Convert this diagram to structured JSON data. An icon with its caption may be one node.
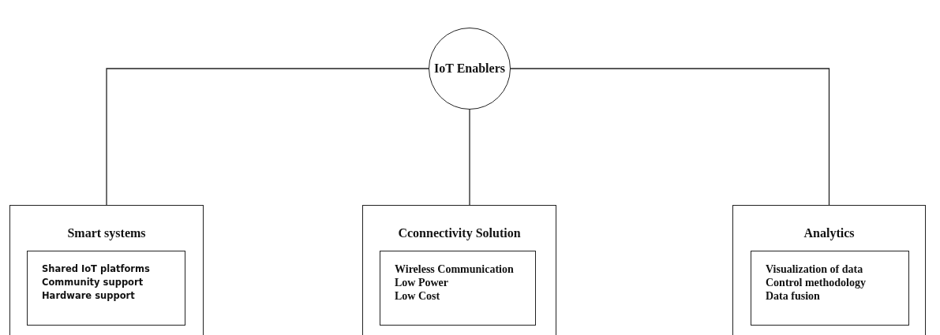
{
  "diagram": {
    "nodes": [
      {
        "text": [
          "IoT Enablers"
        ]
      },
      {
        "text": [
          "Smart systems"
        ]
      },
      {
        "text": [
          "Shared IoT platforms",
          "Community support",
          "Hardware support"
        ],
        "in": 1
      },
      {
        "text": [
          "Cconnectivity Solution"
        ]
      },
      {
        "text": [
          "Wireless Communication",
          "Low Power",
          "Low Cost"
        ],
        "in": 3
      },
      {
        "text": [
          "Analytics"
        ]
      },
      {
        "text": [
          "Visualization of data",
          "Control methodology",
          "Data fusion"
        ],
        "in": 5
      }
    ],
    "edges": [
      {
        "from": 0,
        "to": 1,
        "arrow": "none"
      },
      {
        "from": 0,
        "to": 3,
        "arrow": "none"
      },
      {
        "from": 0,
        "to": 5,
        "arrow": "none"
      }
    ]
  }
}
